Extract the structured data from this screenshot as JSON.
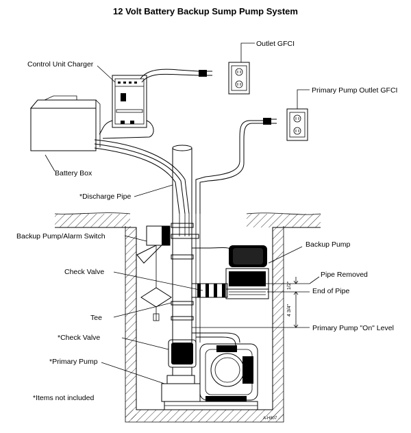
{
  "title": "12 Volt Battery Backup Sump Pump System",
  "labels": {
    "outlet_gfci": "Outlet GFCI",
    "primary_pump_outlet_gfci": "Primary Pump Outlet GFCI",
    "control_unit_charger": "Control Unit Charger",
    "battery_box": "Battery Box",
    "discharge_pipe": "*Discharge Pipe",
    "backup_pump_alarm_switch": "Backup Pump/Alarm Switch",
    "backup_pump": "Backup Pump",
    "check_valve": "Check Valve",
    "pipe_removed": "Pipe Removed",
    "end_of_pipe": "End of Pipe",
    "tee": "Tee",
    "primary_pump_on_level": "Primary Pump \"On\" Level",
    "check_valve_star": "*Check Valve",
    "primary_pump": "*Primary Pump",
    "items_not_included": "*Items not included",
    "figure_code": "A-H807"
  },
  "dimensions": {
    "pipe_removed_gap": "1/2\"",
    "on_level_offset": "4 3/4\""
  }
}
